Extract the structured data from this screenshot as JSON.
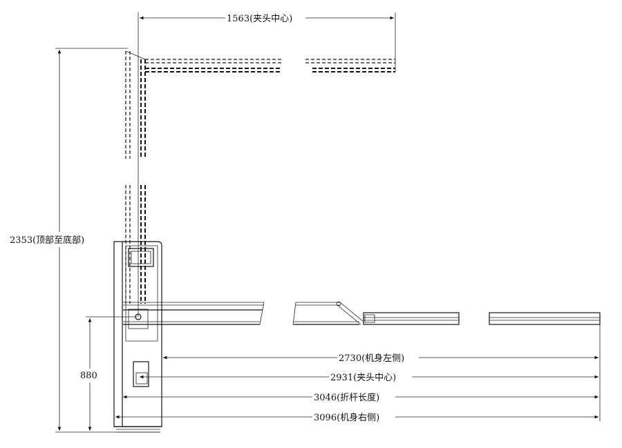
{
  "dimensions": {
    "top_width": "1563(夹头中心)",
    "total_height": "2353(顶部至底部)",
    "pivot_height": "880",
    "body_left": "2730(机身左侧)",
    "clamp_center": "2931(夹头中心)",
    "boom_length": "3046(折杆长度)",
    "body_right": "3096(机身右侧)"
  },
  "colors": {
    "line": "#111111",
    "background": "#ffffff"
  }
}
